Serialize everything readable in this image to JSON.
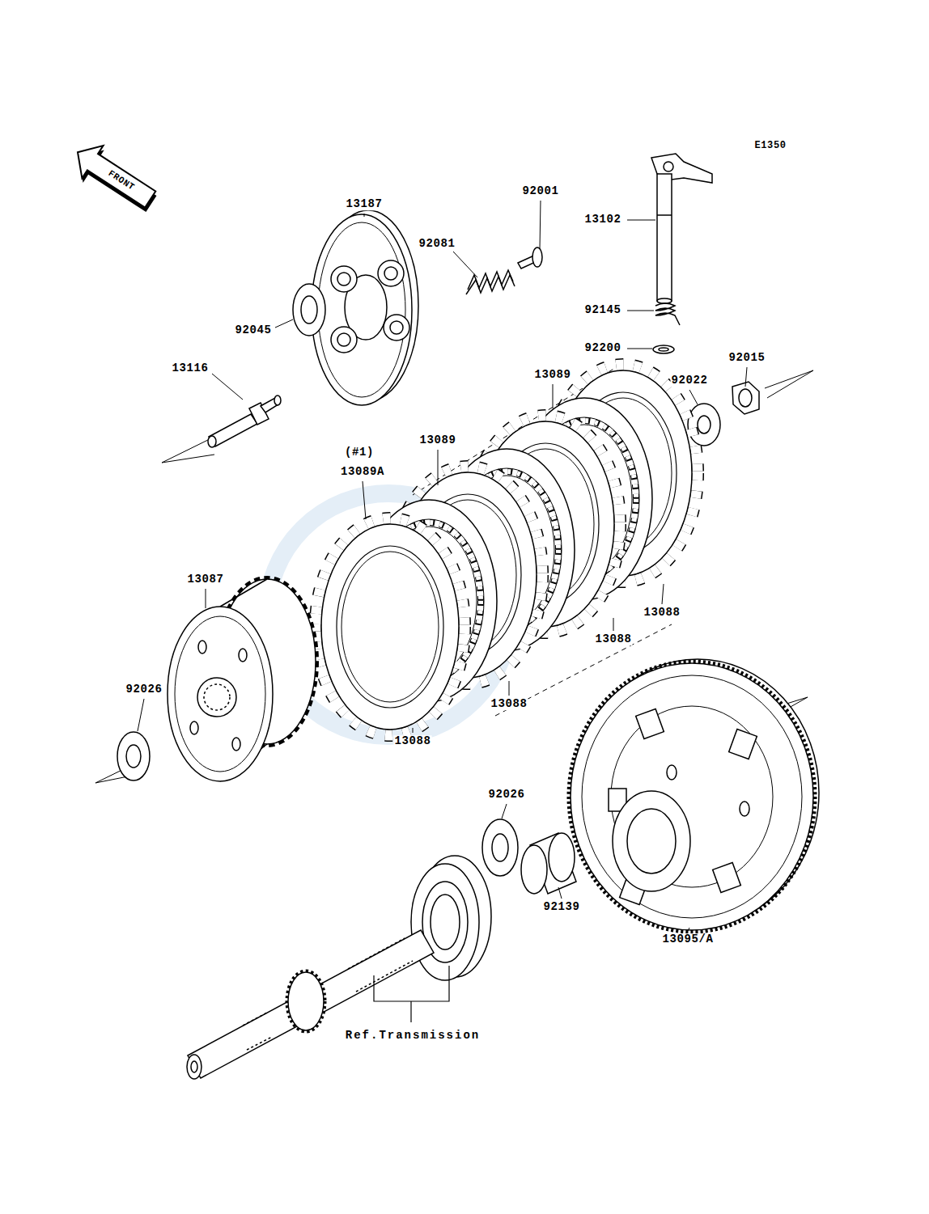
{
  "diagram": {
    "labels": [
      "E1350",
      "FRONT",
      "13187",
      "92001",
      "92081",
      "13102",
      "92045",
      "13116",
      "92145",
      "92200",
      "92015",
      "92022",
      "13089",
      "13089",
      "(#1)",
      "13089A",
      "13087",
      "13088",
      "13088",
      "13088",
      "13088",
      "92026",
      "92026",
      "92139",
      "13095/A",
      "Ref.Transmission"
    ]
  }
}
